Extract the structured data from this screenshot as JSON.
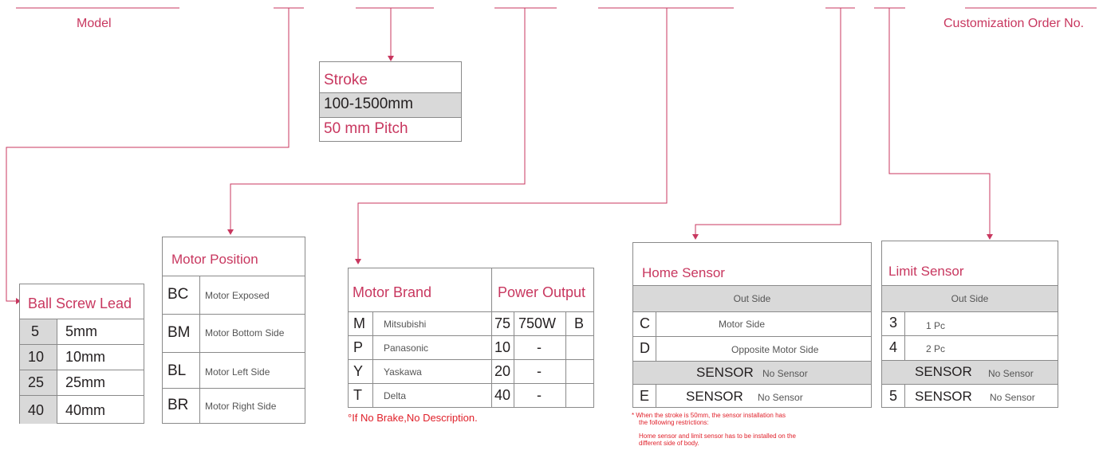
{
  "header": {
    "model_label": "Model",
    "customization_label": "Customization Order No."
  },
  "stroke": {
    "title": "Stroke",
    "range": "100-1500mm",
    "pitch": "50 mm Pitch"
  },
  "ball_screw": {
    "title": "Ball Screw Lead",
    "rows": [
      {
        "code": "5",
        "value": "5mm"
      },
      {
        "code": "10",
        "value": "10mm"
      },
      {
        "code": "25",
        "value": "25mm"
      },
      {
        "code": "40",
        "value": "40mm"
      }
    ]
  },
  "motor_position": {
    "title": "Motor Position",
    "rows": [
      {
        "code": "BC",
        "desc": "Motor Exposed"
      },
      {
        "code": "BM",
        "desc": "Motor Bottom Side"
      },
      {
        "code": "BL",
        "desc": "Motor Left Side"
      },
      {
        "code": "BR",
        "desc": "Motor Right Side"
      }
    ]
  },
  "motor_brand": {
    "title": "Motor Brand",
    "power_title": "Power Output",
    "rows": [
      {
        "code": "M",
        "brand": "Mitsubishi",
        "pcode": "75",
        "power": "750W",
        "brake": "B"
      },
      {
        "code": "P",
        "brand": "Panasonic",
        "pcode": "10",
        "power": "-",
        "brake": ""
      },
      {
        "code": "Y",
        "brand": "Yaskawa",
        "pcode": "20",
        "power": "-",
        "brake": ""
      },
      {
        "code": "T",
        "brand": "Delta",
        "pcode": "40",
        "power": "-",
        "brake": ""
      }
    ],
    "note": "°If No Brake,No Description."
  },
  "home_sensor": {
    "title": "Home Sensor",
    "out_side": "Out Side",
    "rows": [
      {
        "code": "C",
        "desc": "Motor Side"
      },
      {
        "code": "D",
        "desc": "Opposite Motor Side"
      }
    ],
    "sensor_label": "SENSOR",
    "no_sensor": "No Sensor",
    "e_code": "E"
  },
  "limit_sensor": {
    "title": "Limit Sensor",
    "out_side": "Out Side",
    "rows": [
      {
        "code": "3",
        "desc": "1 Pc"
      },
      {
        "code": "4",
        "desc": "2 Pc"
      }
    ],
    "sensor_label": "SENSOR",
    "no_sensor": "No Sensor",
    "five_code": "5"
  },
  "footnote": {
    "line1": "* When the stroke is 50mm, the sensor installation has",
    "line2": "the following restrictions:",
    "line3": "Home sensor and limit sensor has to be   installed on the",
    "line4": "different side of body."
  },
  "colors": {
    "accent": "#c8375f",
    "note_red": "#e0202a",
    "row_grey": "#d9d9d9",
    "border": "#8a8a8a"
  }
}
